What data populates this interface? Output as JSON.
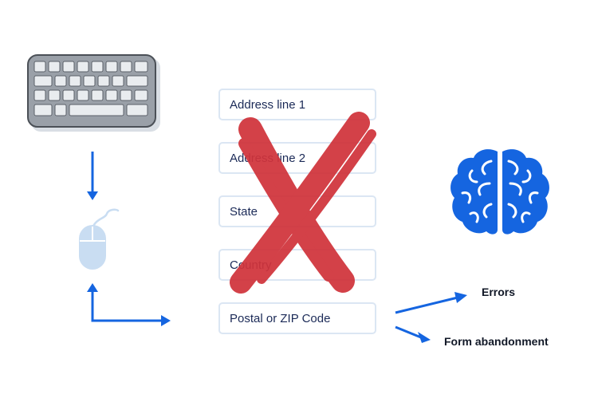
{
  "form": {
    "fields": [
      {
        "label": "Address line 1"
      },
      {
        "label": "Address line 2"
      },
      {
        "label": "State"
      },
      {
        "label": "Country"
      },
      {
        "label": "Postal or ZIP Code"
      }
    ]
  },
  "outcomes": {
    "errors": "Errors",
    "abandonment": "Form abandonment"
  },
  "colors": {
    "arrow": "#1565e0",
    "cross": "#d0333b",
    "brain": "#1565e0",
    "keyboard_body": "#9aa0a8",
    "mouse": "#c9ddf2",
    "field_border": "#dbe6f3"
  },
  "icons": [
    "keyboard-icon",
    "mouse-icon",
    "brain-icon",
    "cross-mark-icon"
  ]
}
